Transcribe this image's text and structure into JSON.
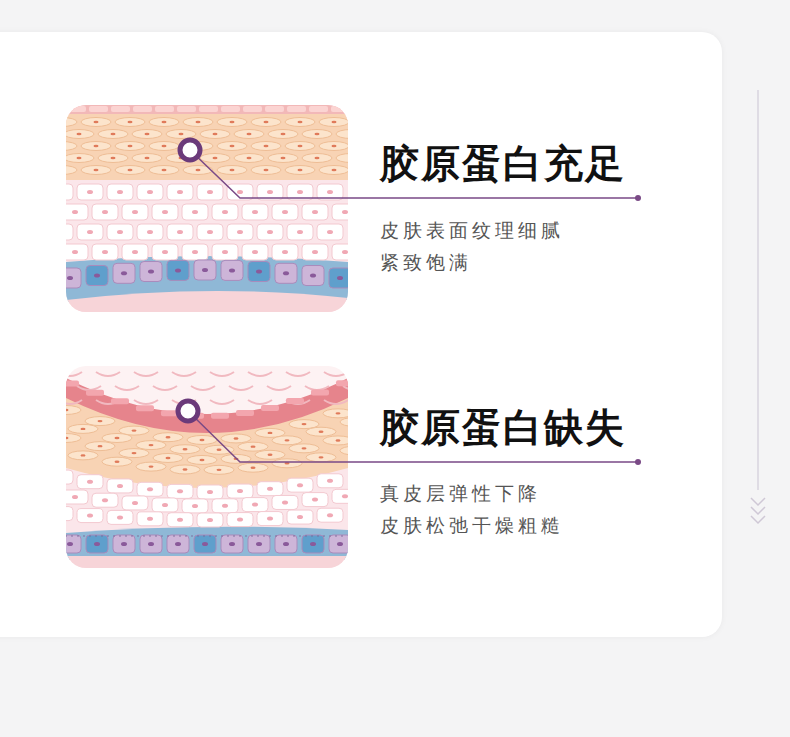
{
  "diagram": {
    "labels": [
      "胶原蛋白充足",
      "皮肤表面纹理细腻 紧致饱满",
      "胶原蛋白缺失",
      "真皮层弹性下降 皮肤松弛干燥粗糙"
    ]
  }
}
